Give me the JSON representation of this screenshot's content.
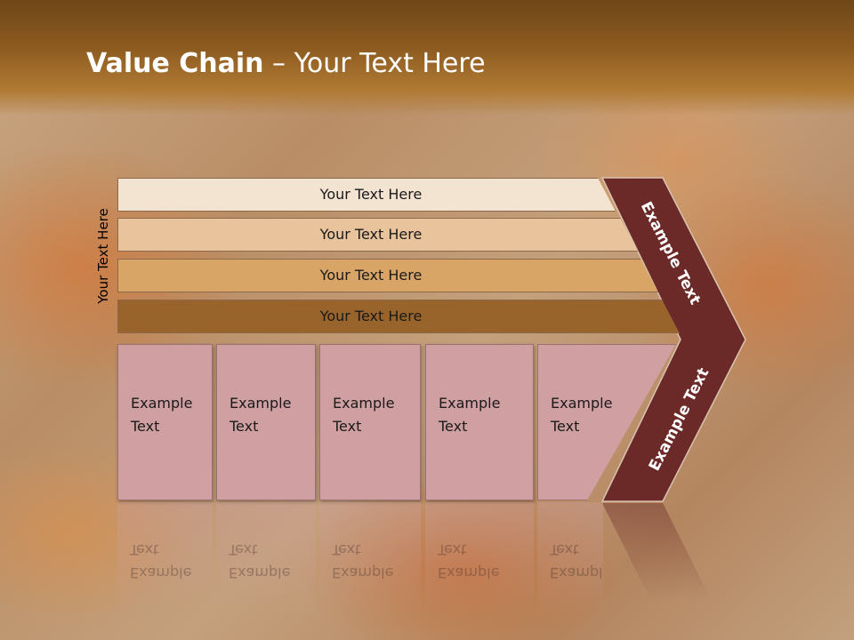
{
  "slide": {
    "title_bold": "Value Chain",
    "title_rest": " – Your Text Here"
  },
  "side_label": "Your Text Here",
  "bars": [
    {
      "label": "Your Text Here",
      "color": "#f3e3d1"
    },
    {
      "label": "Your Text Here",
      "color": "#e8c39b"
    },
    {
      "label": "Your Text Here",
      "color": "#d9a566"
    },
    {
      "label": "Your Text Here",
      "color": "#98642c"
    }
  ],
  "boxes": [
    {
      "label": "Example Text"
    },
    {
      "label": "Example Text"
    },
    {
      "label": "Example Text"
    },
    {
      "label": "Example Text"
    },
    {
      "label": "Example Text"
    }
  ],
  "chevron": {
    "top_label": "Example Text",
    "bottom_label": "Example Text",
    "color": "#6b2a28"
  }
}
